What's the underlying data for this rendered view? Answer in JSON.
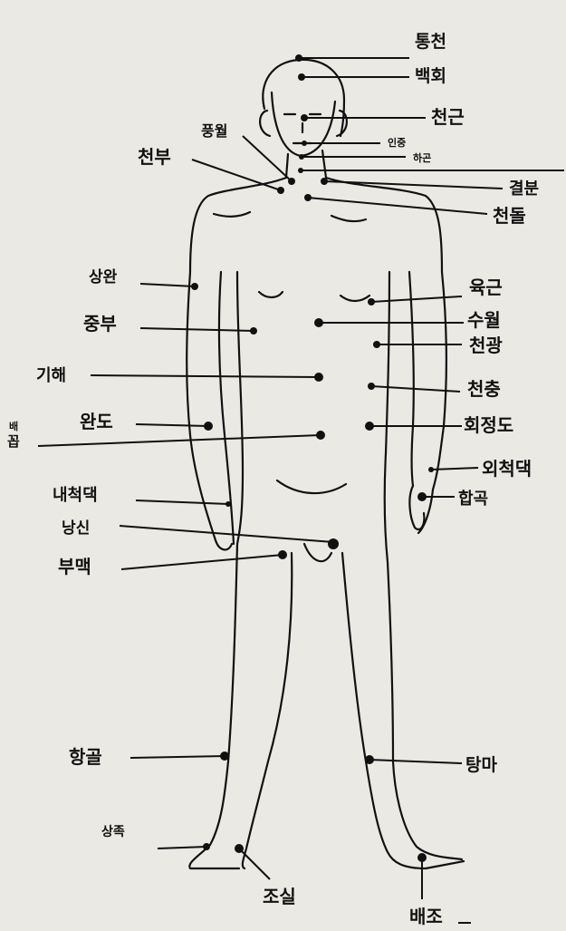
{
  "labels": {
    "tongcheon": "통천",
    "baekhoe": "백회",
    "cheongeun": "천근",
    "pungwol": "풍월",
    "injung": "인중",
    "hagon": "하곤",
    "cheonbu": "천부",
    "gyeolbun": "결분",
    "cheondol": "천돌",
    "sangwan": "상완",
    "yukgeun": "육근",
    "jungbu": "중부",
    "suwol": "수월",
    "cheongwang": "천광",
    "gihae": "기해",
    "cheonchung": "천충",
    "wando": "완도",
    "baekkop": "배꼽",
    "hoejeongdo": "회정도",
    "oecheokdaek": "외척댁",
    "naecheokdaek": "내척댁",
    "hapgok": "합곡",
    "nangsin": "낭신",
    "bumaek": "부맥",
    "hanggol": "항골",
    "tangma": "탕마",
    "sangjok": "상족",
    "josil": "조실",
    "baejo": "배조"
  }
}
